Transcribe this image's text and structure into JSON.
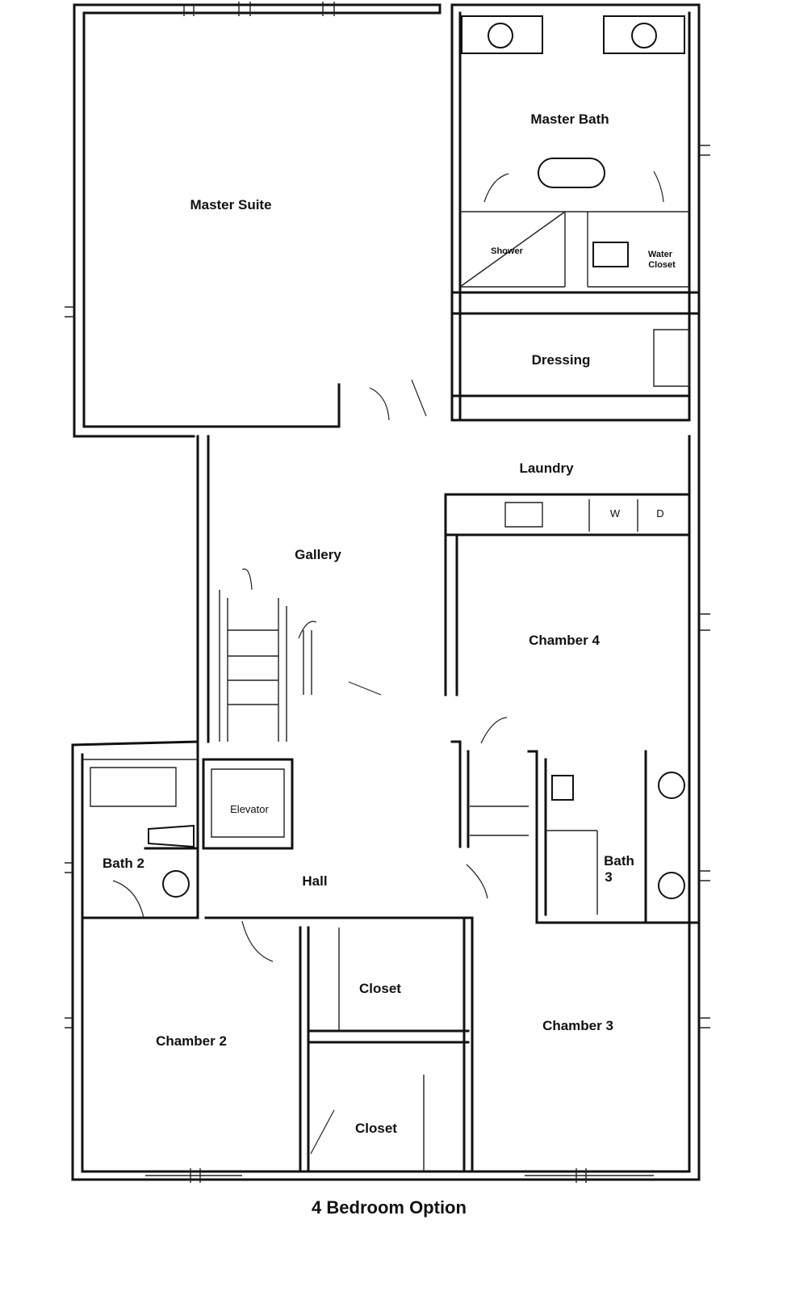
{
  "rooms": {
    "master_suite": "Master Suite",
    "master_bath": "Master Bath",
    "shower": "Shower",
    "water_closet_1": "Water",
    "water_closet_2": "Closet",
    "dressing": "Dressing",
    "laundry": "Laundry",
    "washer": "W",
    "dryer": "D",
    "gallery": "Gallery",
    "chamber_4": "Chamber 4",
    "elevator": "Elevator",
    "bath_2": "Bath 2",
    "hall": "Hall",
    "bath_3_line1": "Bath",
    "bath_3_line2": "3",
    "closet_upper": "Closet",
    "closet_lower": "Closet",
    "chamber_2": "Chamber 2",
    "chamber_3": "Chamber 3"
  },
  "caption": "4 Bedroom Option"
}
